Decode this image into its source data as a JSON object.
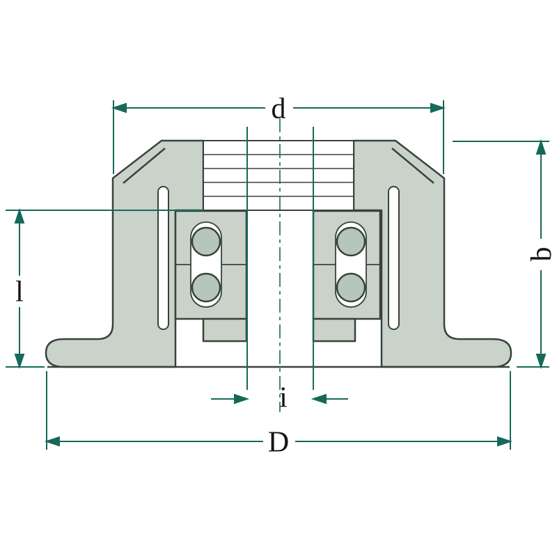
{
  "labels": {
    "d": "d",
    "b": "b",
    "l": "l",
    "i": "i",
    "D": "D"
  },
  "colors": {
    "dimension": "#16685a",
    "outline": "#39423d",
    "body": "#c9d3c9",
    "ball": "#b6c6ba",
    "white": "#ffffff",
    "label": "#151515",
    "background": "#ffffff"
  }
}
